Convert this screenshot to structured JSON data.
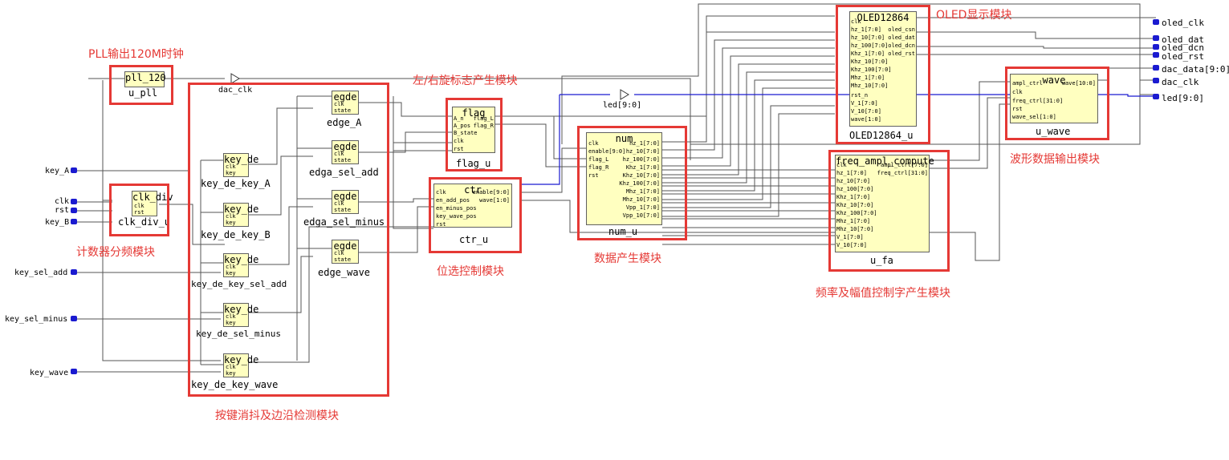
{
  "inputs": {
    "key_A": "key_A",
    "clk": "clk",
    "rst": "rst",
    "key_B": "key_B",
    "key_sel_add": "key_sel_add",
    "key_sel_minus": "key_sel_minus",
    "key_wave": "key_wave"
  },
  "outputs": {
    "oled_clk": "oled_clk",
    "oled_dat": "oled_dat",
    "oled_dcn": "oled_dcn",
    "oled_rst": "oled_rst",
    "dac_data": "dac_data[9:0]",
    "dac_clk": "dac_clk",
    "led": "led[9:0]"
  },
  "buffers": {
    "dac_clk": "dac_clk",
    "led": "led[9:0]"
  },
  "modules": {
    "pll": {
      "title": "pll_120",
      "inst": "u_pll"
    },
    "clkdiv": {
      "title": "clk_div",
      "inst": "clk_div_u",
      "ports": [
        "clk",
        "rst"
      ]
    },
    "kd_a": {
      "title": "key_de",
      "inst": "key_de_key_A",
      "ports": [
        "clk",
        "key"
      ]
    },
    "kd_b": {
      "title": "key_de",
      "inst": "key_de_key_B",
      "ports": [
        "clk",
        "key"
      ]
    },
    "kd_add": {
      "title": "key_de",
      "inst": "key_de_key_sel_add",
      "ports": [
        "clk",
        "key"
      ]
    },
    "kd_minus": {
      "title": "key_de",
      "inst": "key_de_sel_minus",
      "ports": [
        "clk",
        "key"
      ]
    },
    "kd_wave": {
      "title": "key_de",
      "inst": "key_de_key_wave",
      "ports": [
        "clk",
        "key"
      ]
    },
    "eg_a": {
      "title": "egde",
      "inst": "edge_A",
      "ports": [
        "clk",
        "state"
      ]
    },
    "eg_add": {
      "title": "egde",
      "inst": "edga_sel_add",
      "ports": [
        "clk",
        "state"
      ]
    },
    "eg_minus": {
      "title": "egde",
      "inst": "edga_sel_minus",
      "ports": [
        "clk",
        "state"
      ]
    },
    "eg_wave": {
      "title": "egde",
      "inst": "edge_wave",
      "ports": [
        "clk",
        "state"
      ]
    },
    "flag": {
      "title": "flag",
      "inst": "flag_u",
      "ins": [
        "A_n",
        "A_pos",
        "B_state",
        "clk",
        "rst"
      ],
      "outs": [
        "flag_L",
        "flag_R"
      ]
    },
    "ctr": {
      "title": "ctr",
      "inst": "ctr_u",
      "ins": [
        "clk",
        "en_add_pos",
        "en_minus_pos",
        "key_wave_pos",
        "rst"
      ],
      "outs": [
        "enable[9:0]",
        "wave[1:0]"
      ]
    },
    "num": {
      "title": "num",
      "inst": "num_u",
      "ins": [
        "clk",
        "enable[9:0]",
        "flag_L",
        "flag_R",
        "rst"
      ],
      "outs": [
        "hz_1[7:0]",
        "hz_10[7:0]",
        "hz_100[7:0]",
        "Khz_1[7:0]",
        "Khz_10[7:0]",
        "Khz_100[7:0]",
        "Mhz_1[7:0]",
        "Mhz_10[7:0]",
        "Vpp_1[7:0]",
        "Vpp_10[7:0]"
      ]
    },
    "oled": {
      "title": "OLED12864",
      "inst": "OLED12864_u",
      "ins": [
        "clk",
        "hz_1[7:0]",
        "hz_10[7:0]",
        "hz_100[7:0]",
        "Khz_1[7:0]",
        "Khz_10[7:0]",
        "Khz_100[7:0]",
        "Mhz_1[7:0]",
        "Mhz_10[7:0]",
        "rst_n",
        "V_1[7:0]",
        "V_10[7:0]",
        "wave[1:0]"
      ],
      "outs": [
        "oled_csn",
        "oled_dat",
        "oled_dcn",
        "oled_rst"
      ]
    },
    "fa": {
      "title": "freq_ampl_compute",
      "inst": "u_fa",
      "ins": [
        "clk",
        "hz_1[7:0]",
        "hz_10[7:0]",
        "hz_100[7:0]",
        "Khz_1[7:0]",
        "Khz_10[7:0]",
        "Khz_100[7:0]",
        "Mhz_1[7:0]",
        "Mhz_10[7:0]",
        "V_1[7:0]",
        "V_10[7:0]"
      ],
      "outs": [
        "ampl_ctrl[7:0]",
        "freq_ctrl[31:0]"
      ]
    },
    "wave": {
      "title": "wave",
      "inst": "u_wave",
      "ins": [
        "ampl_ctrl",
        "clk",
        "freq_ctrl[31:0]",
        "rst",
        "wave_sel[1:0]"
      ],
      "outs": [
        "wave[10:0]"
      ]
    }
  },
  "annotations": {
    "pll": "PLL输出120M时钟",
    "clkdiv": "计数器分频模块",
    "keys": "按键消抖及边沿检测模块",
    "flag": "左/右旋标志产生模块",
    "ctr": "位选控制模块",
    "num": "数据产生模块",
    "oled": "OLED显示模块",
    "fa": "频率及幅值控制字产生模块",
    "wave": "波形数据输出模块"
  },
  "colors": {
    "module_fill": "#ffffc0",
    "annotation": "#e53935",
    "bus_wire": "#1a1ad0",
    "wire": "#555555"
  }
}
